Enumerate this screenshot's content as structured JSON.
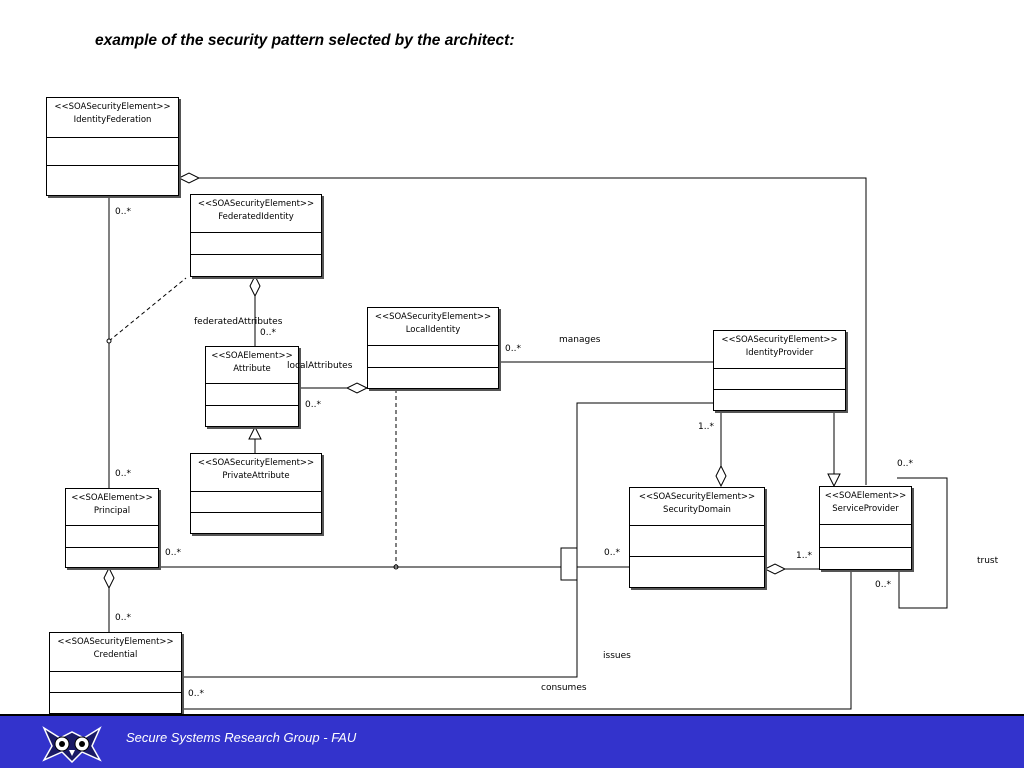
{
  "slide": {
    "title": "example of the security pattern selected by the architect:"
  },
  "classes": {
    "identity_federation": {
      "stereotype": "<<SOASecurityElement>>",
      "name": "IdentityFederation"
    },
    "federated_identity": {
      "stereotype": "<<SOASecurityElement>>",
      "name": "FederatedIdentity"
    },
    "attribute": {
      "stereotype": "<<SOAElement>>",
      "name": "Attribute"
    },
    "private_attribute": {
      "stereotype": "<<SOASecurityElement>>",
      "name": "PrivateAttribute"
    },
    "local_identity": {
      "stereotype": "<<SOASecurityElement>>",
      "name": "LocalIdentity"
    },
    "identity_provider": {
      "stereotype": "<<SOASecurityElement>>",
      "name": "IdentityProvider"
    },
    "principal": {
      "stereotype": "<<SOAElement>>",
      "name": "Principal"
    },
    "security_domain": {
      "stereotype": "<<SOASecurityElement>>",
      "name": "SecurityDomain"
    },
    "service_provider": {
      "stereotype": "<<SOAElement>>",
      "name": "ServiceProvider"
    },
    "credential": {
      "stereotype": "<<SOASecurityElement>>",
      "name": "Credential"
    }
  },
  "labels": {
    "federated_attributes": "federatedAttributes",
    "local_attributes": "localAttributes",
    "manages": "manages",
    "issues": "issues",
    "consumes": "consumes",
    "trust": "trust"
  },
  "multiplicities": {
    "idfed_principal_top": "0..*",
    "idfed_principal_bottom": "0..*",
    "federated_attributes": "0..*",
    "attribute_local": "0..*",
    "local_identity_right": "0..*",
    "provider_domain": "1..*",
    "principal_right": "0..*",
    "domain_left": "0..*",
    "domain_service": "1..*",
    "trust_top": "0..*",
    "trust_bottom": "0..*",
    "principal_credential": "0..*",
    "credential_right": "0..*"
  },
  "footer": {
    "text": "Secure Systems Research Group - FAU",
    "background": "#3333cc"
  },
  "icons": {
    "logo": "owl-logo-icon"
  }
}
